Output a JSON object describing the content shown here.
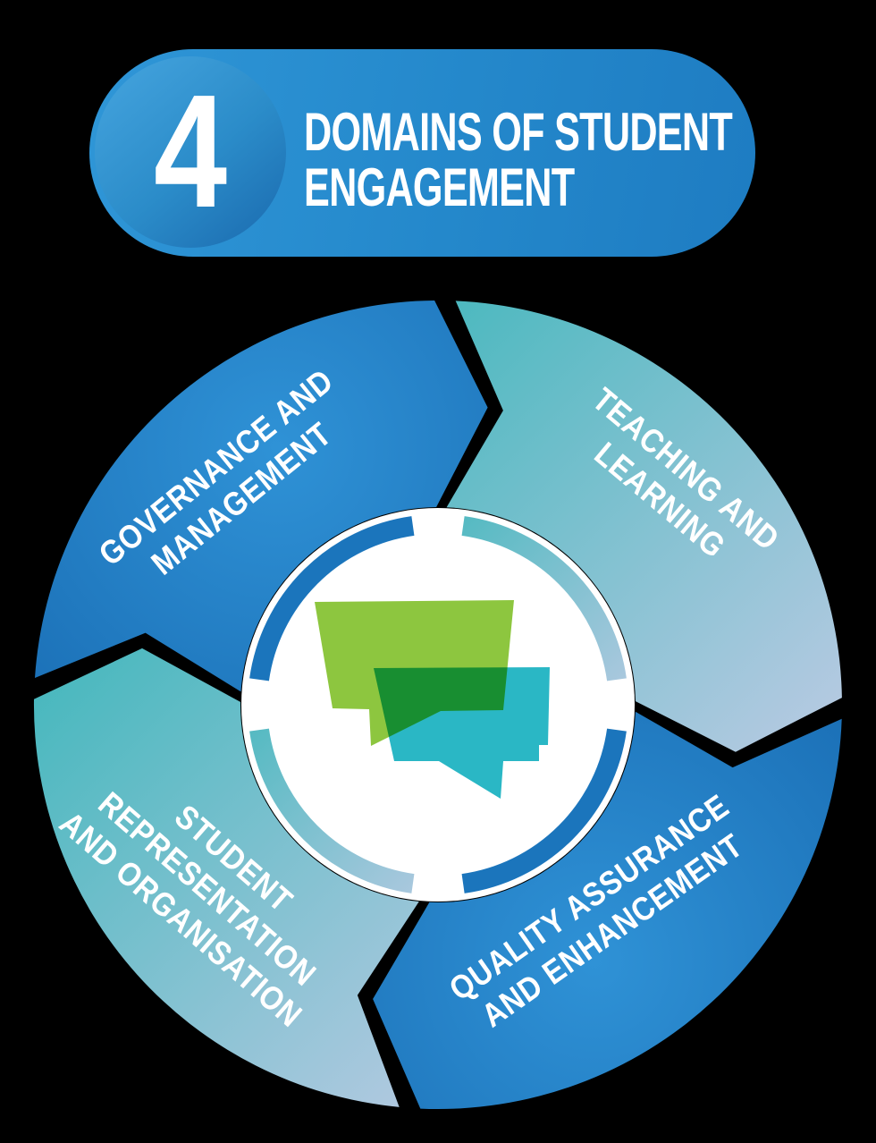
{
  "header": {
    "number": "4",
    "title_line1": "DOMAINS OF STUDENT",
    "title_line2": "ENGAGEMENT"
  },
  "diagram": {
    "type": "cycle",
    "direction": "clockwise",
    "center_icon": "overlapping-speech-bubbles",
    "segments": [
      {
        "id": "governance",
        "style": "solid-blue",
        "label_lines": [
          "GOVERNANCE AND",
          "MANAGEMENT"
        ]
      },
      {
        "id": "teaching",
        "style": "teal-lavender-gradient",
        "label_lines": [
          "TEACHING AND",
          "LEARNING"
        ]
      },
      {
        "id": "quality",
        "style": "solid-blue",
        "label_lines": [
          "QUALITY ASSURANCE",
          "AND ENHANCEMENT"
        ]
      },
      {
        "id": "student",
        "style": "teal-lavender-gradient",
        "label_lines": [
          "STUDENT",
          "REPRESENTATION",
          "AND ORGANISATION"
        ]
      }
    ],
    "colors": {
      "background": "#000000",
      "badge_blue_light": "#2f96d7",
      "badge_blue_dark": "#1e7cc2",
      "segment_blue_light": "#2f92d6",
      "segment_blue_dark": "#1a6eb5",
      "gradient_teal": "#3cb6ba",
      "gradient_lavender": "#c3cce6",
      "ring_blue": "#1b75bc",
      "bubble_green": "#8dc63f",
      "bubble_teal": "#2ab7c5",
      "text": "#ffffff"
    }
  }
}
